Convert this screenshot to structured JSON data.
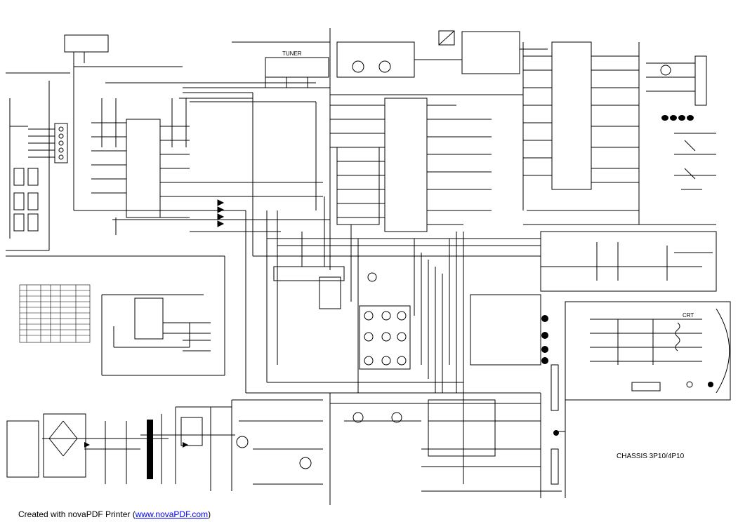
{
  "diagram": {
    "labels": {
      "tuner": "TUNER",
      "crt": "CRT",
      "chassis": "CHASSIS 3P10/4P10"
    }
  },
  "footer": {
    "prefix": "Created with novaPDF Printer (",
    "link_text": "www.novaPDF.com",
    "suffix": ")"
  }
}
